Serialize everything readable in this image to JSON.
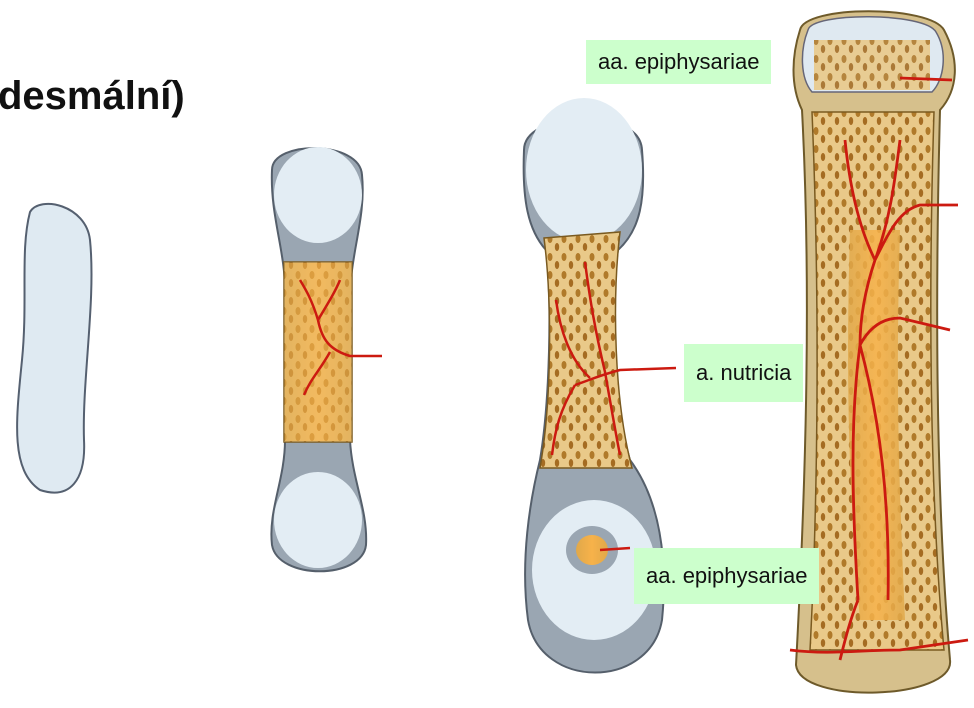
{
  "title": "desmální)",
  "labels": {
    "epiphysial_top": "aa. epiphysariae",
    "nutrient": "a. nutricia",
    "epiphysial_bottom": "aa. epiphysariae"
  },
  "colors": {
    "cartilage": "#dfeaf2",
    "periosteum": "#9aa6b2",
    "bone": "#e8c98e",
    "marrow": "#f3a93a",
    "artery": "#cc1a10",
    "label_bg": "#ccffcc"
  }
}
